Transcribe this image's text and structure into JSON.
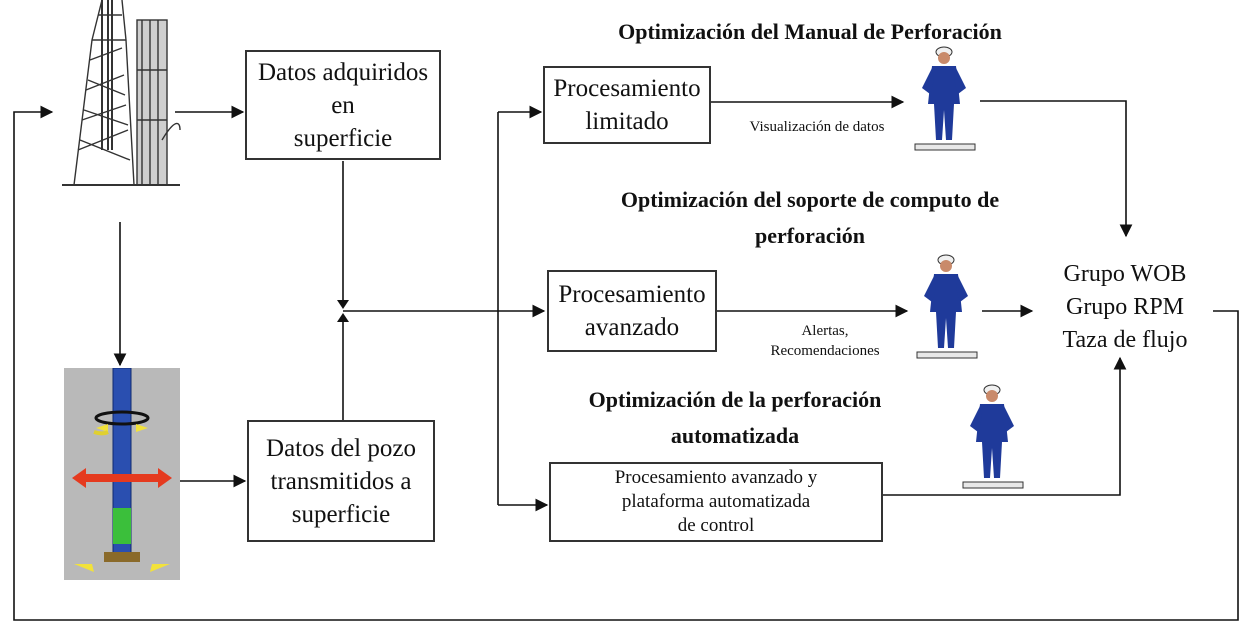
{
  "headings": {
    "manual": "Optimización del Manual de Perforación",
    "soporte_line1": "Optimización del soporte de computo de",
    "soporte_line2": "perforación",
    "automatizada_line1": "Optimización de la perforación",
    "automatizada_line2": "automatizada"
  },
  "boxes": {
    "datos_superficie": [
      "Datos adquiridos",
      "en",
      "superficie"
    ],
    "datos_pozo": [
      "Datos del pozo",
      "transmitidos a",
      "superficie"
    ],
    "proc_limitado": [
      "Procesamiento",
      "limitado"
    ],
    "proc_avanzado": [
      "Procesamiento",
      "avanzado"
    ],
    "proc_automatizado": [
      "Procesamiento avanzado y",
      "plataforma automatizada",
      "de control"
    ]
  },
  "labels": {
    "visualizacion": "Visualización de datos",
    "alertas_line1": "Alertas,",
    "alertas_line2": "Recomendaciones"
  },
  "outputs": [
    "Grupo WOB",
    "Grupo RPM",
    "Taza de flujo"
  ],
  "icons": {
    "rig": "drilling-rig-icon",
    "downhole": "downhole-tool-icon",
    "operator": "worker-icon"
  },
  "colors": {
    "worker_suit": "#1f3a9a",
    "tool_panel": "#b9b9b9",
    "pipe": "#2a4fb0",
    "arrow_red": "#e53a1f",
    "marker_yellow": "#f2e23a",
    "marker_green": "#3bbf3b"
  }
}
